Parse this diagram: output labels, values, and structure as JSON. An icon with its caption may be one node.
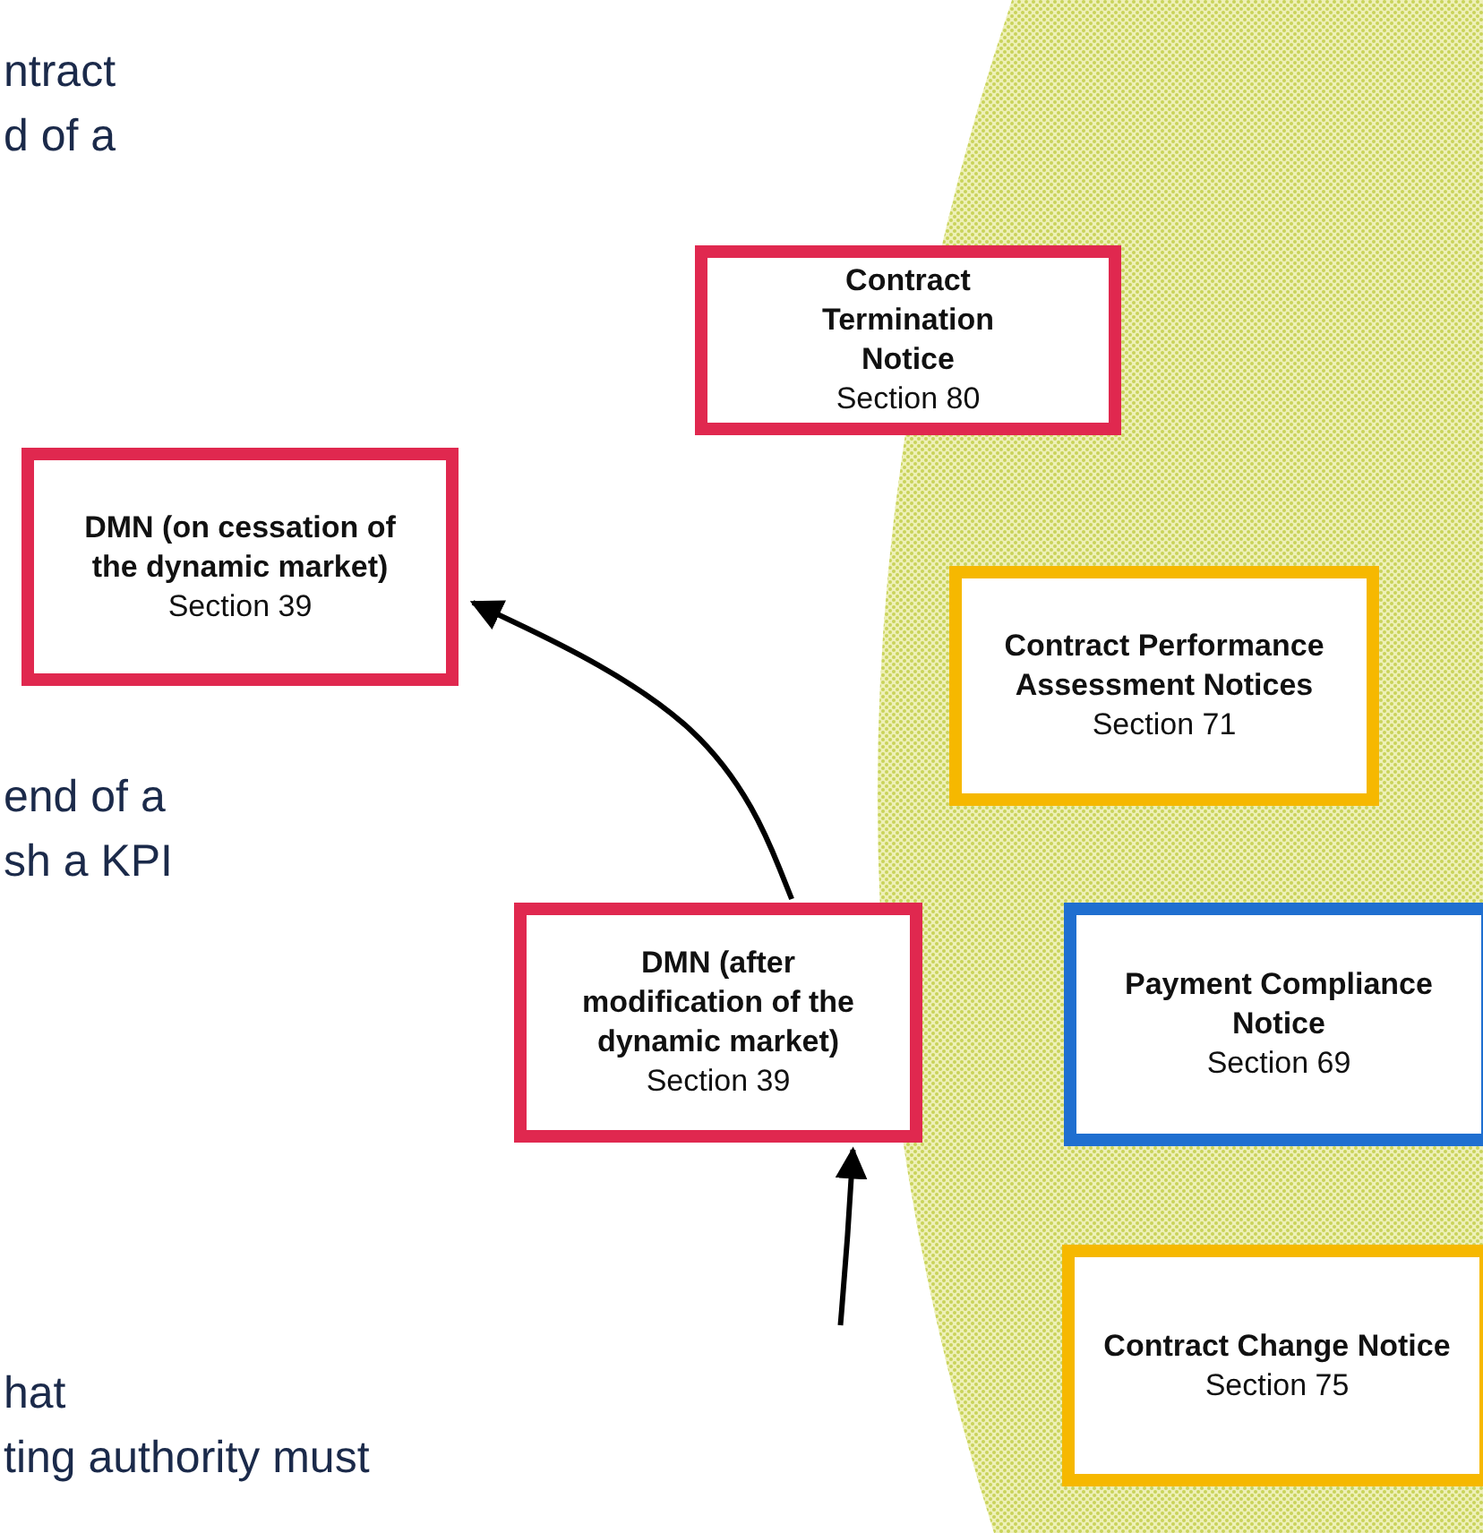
{
  "diagram": {
    "nodes": [
      {
        "text": [
          "Contract Termination Notice",
          "Section 80"
        ]
      },
      {
        "text": [
          "DMN (on cessation of the dynamic market)",
          "Section 39"
        ]
      },
      {
        "text": [
          "Contract Performance Assessment Notices",
          "Section 71"
        ]
      },
      {
        "text": [
          "DMN (after modification of the dynamic market)",
          "Section 39"
        ]
      },
      {
        "text": [
          "Payment Compliance Notice",
          "Section 69"
        ]
      },
      {
        "text": [
          "Contract Change Notice",
          "Section 75"
        ]
      }
    ],
    "edges": [
      {
        "from": 3,
        "to": 1,
        "arrow": "to"
      },
      {
        "from": null,
        "to": 3,
        "arrow": "to"
      }
    ],
    "labels": [
      "ntract d of a",
      "end of a sh a KPI",
      "hat ting authority must"
    ]
  }
}
